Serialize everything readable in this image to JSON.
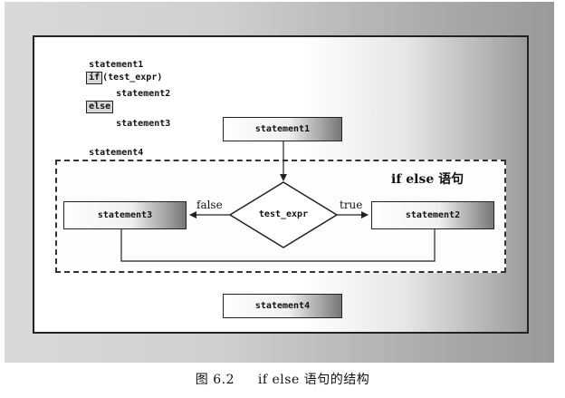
{
  "code": {
    "line1": "statement1",
    "if_kw": "if",
    "if_rest": "(test_expr)",
    "line3": "statement2",
    "else_kw": "else",
    "line5": "statement3",
    "line6": "statement4"
  },
  "flow": {
    "statement1": "statement1",
    "decision": "test_expr",
    "statement3": "statement3",
    "statement2": "statement2",
    "statement4": "statement4",
    "false_label": "false",
    "true_label": "true",
    "group_label": "if else 语句"
  },
  "caption": {
    "figure_number": "图 6.2",
    "text": "if else 语句的结构"
  }
}
